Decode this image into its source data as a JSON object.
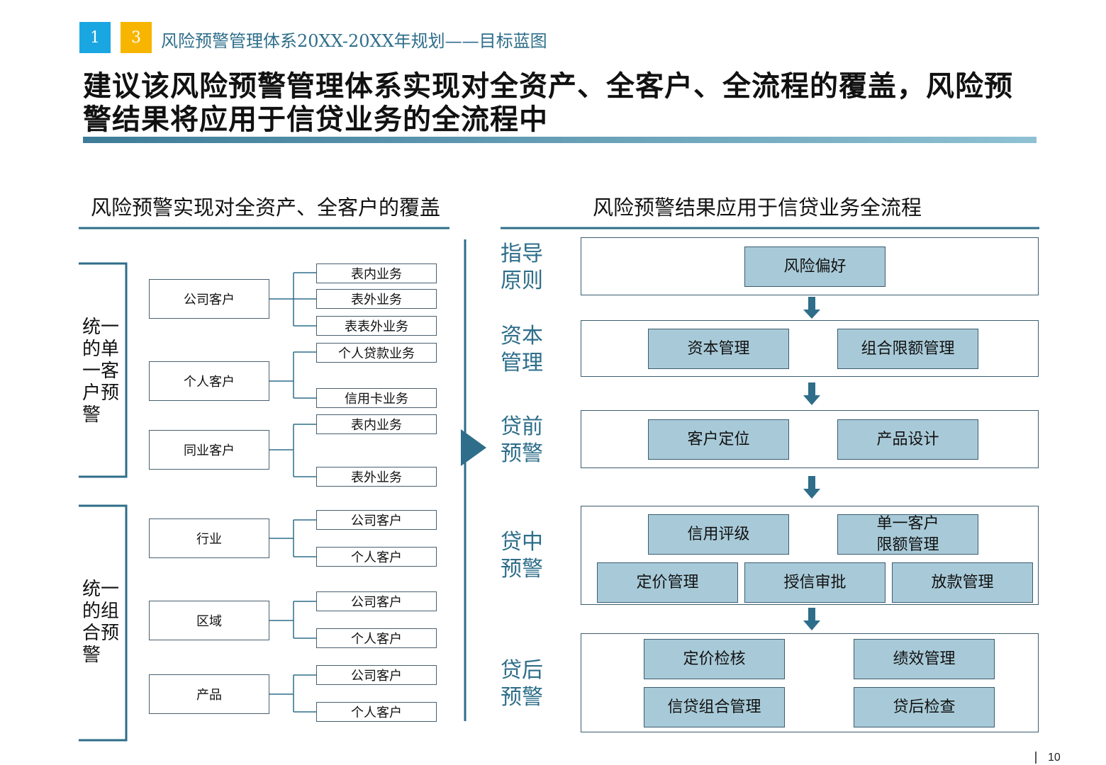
{
  "header": {
    "badge1": "1",
    "badge2": "3",
    "title": "风险预警管理体系20XX-20XX年规划——目标蓝图"
  },
  "main_title": {
    "line1": "建议该风险预警管理体系实现对全资产、全客户、全流程的覆盖，风险预",
    "line2": "警结果将应用于信贷业务的全流程中"
  },
  "left": {
    "heading": "风险预警实现对全资产、全客户的覆盖",
    "group1_label": "统一的单一客户预警",
    "group2_label": "统一的组合预警",
    "parents": [
      "公司客户",
      "个人客户",
      "同业客户",
      "行业",
      "区域",
      "产品"
    ],
    "children": [
      "表内业务",
      "表外业务",
      "表表外业务",
      "个人贷款业务",
      "信用卡业务",
      "表内业务",
      "表外业务",
      "公司客户",
      "个人客户",
      "公司客户",
      "个人客户",
      "公司客户",
      "个人客户"
    ]
  },
  "right": {
    "heading": "风险预警结果应用于信贷业务全流程",
    "stages": [
      {
        "label": "指导原则",
        "boxes": [
          "风险偏好"
        ]
      },
      {
        "label": "资本管理",
        "boxes": [
          "资本管理",
          "组合限额管理"
        ]
      },
      {
        "label": "贷前预警",
        "boxes": [
          "客户定位",
          "产品设计"
        ]
      },
      {
        "label": "贷中预警",
        "boxes": [
          "信用评级",
          "单一客户\n限额管理",
          "定价管理",
          "授信审批",
          "放款管理"
        ]
      },
      {
        "label": "贷后预警",
        "boxes": [
          "定价检核",
          "绩效管理",
          "信贷组合管理",
          "贷后检查"
        ]
      }
    ]
  },
  "colors": {
    "badge1": "#1aa6e0",
    "badge2": "#f7b500",
    "accent": "#2e6e8a",
    "box_fill": "#a8cad8"
  },
  "page_number": "10"
}
